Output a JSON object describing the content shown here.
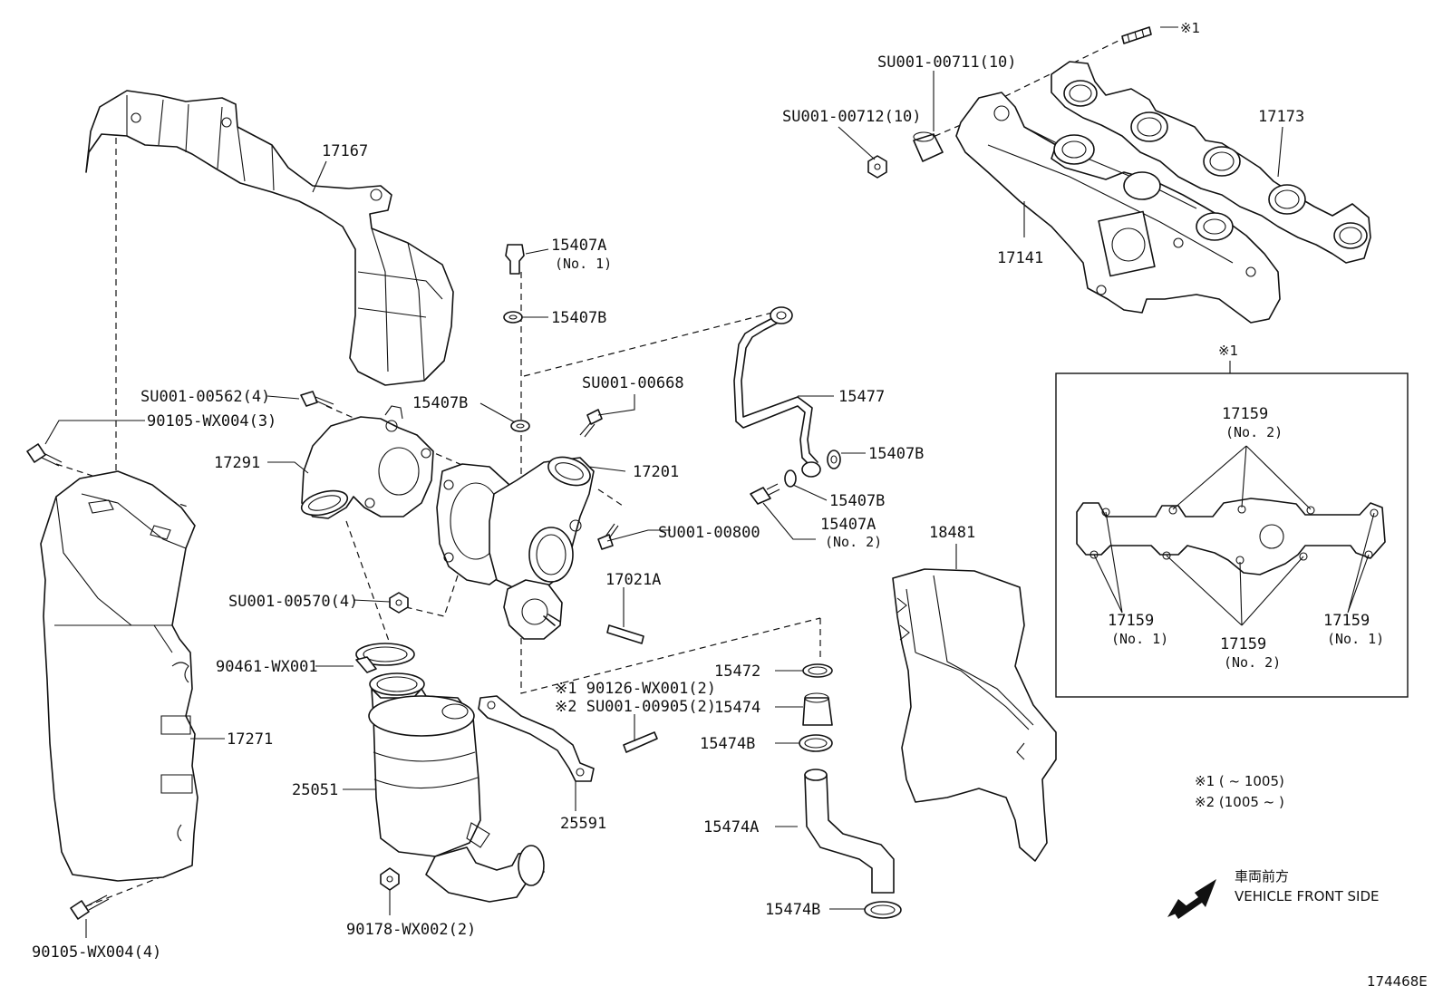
{
  "diagram_id": "174468E",
  "footnotes": {
    "note1": "※1 (        ~ 1005)",
    "note2": "※2 (1005 ~        )",
    "inset_marker": "※1"
  },
  "direction": {
    "jp": "車両前方",
    "en": "VEHICLE FRONT SIDE"
  },
  "labels": {
    "p17167": "17167",
    "p15407A_1": "15407A",
    "p15407A_1_sub": "(No. 1)",
    "p15407B_1": "15407B",
    "pSU00562": "SU001-00562(4)",
    "p90105_3": "90105-WX004(3)",
    "p15407B_2": "15407B",
    "pSU00668": "SU001-00668",
    "p17291": "17291",
    "p17201": "17201",
    "pSU00800": "SU001-00800",
    "p17021A": "17021A",
    "pSU00570": "SU001-00570(4)",
    "p90461": "90461-WX001",
    "p17271": "17271",
    "p25051": "25051",
    "p90126": "※1 90126-WX001(2)",
    "pSU00905": "※2 SU001-00905(2)",
    "p25591": "25591",
    "p90178": "90178-WX002(2)",
    "p90105_4": "90105-WX004(4)",
    "p15477": "15477",
    "p15407B_3": "15407B",
    "p15407B_4": "15407B",
    "p15407A_2": "15407A",
    "p15407A_2_sub": "(No. 2)",
    "p15472": "15472",
    "p15474": "15474",
    "p15474B_1": "15474B",
    "p15474A": "15474A",
    "p15474B_2": "15474B",
    "p18481": "18481",
    "pSU00711": "SU001-00711(10)",
    "pSU00712": "SU001-00712(10)",
    "p17173": "17173",
    "p17141": "17141",
    "bolt_marker": "※1"
  },
  "inset": {
    "title_marker": "※1",
    "top_label": "17159",
    "top_sub": "(No. 2)",
    "bl_label": "17159",
    "bl_sub": "(No. 1)",
    "bc_label": "17159",
    "bc_sub": "(No. 2)",
    "br_label": "17159",
    "br_sub": "(No. 1)"
  }
}
